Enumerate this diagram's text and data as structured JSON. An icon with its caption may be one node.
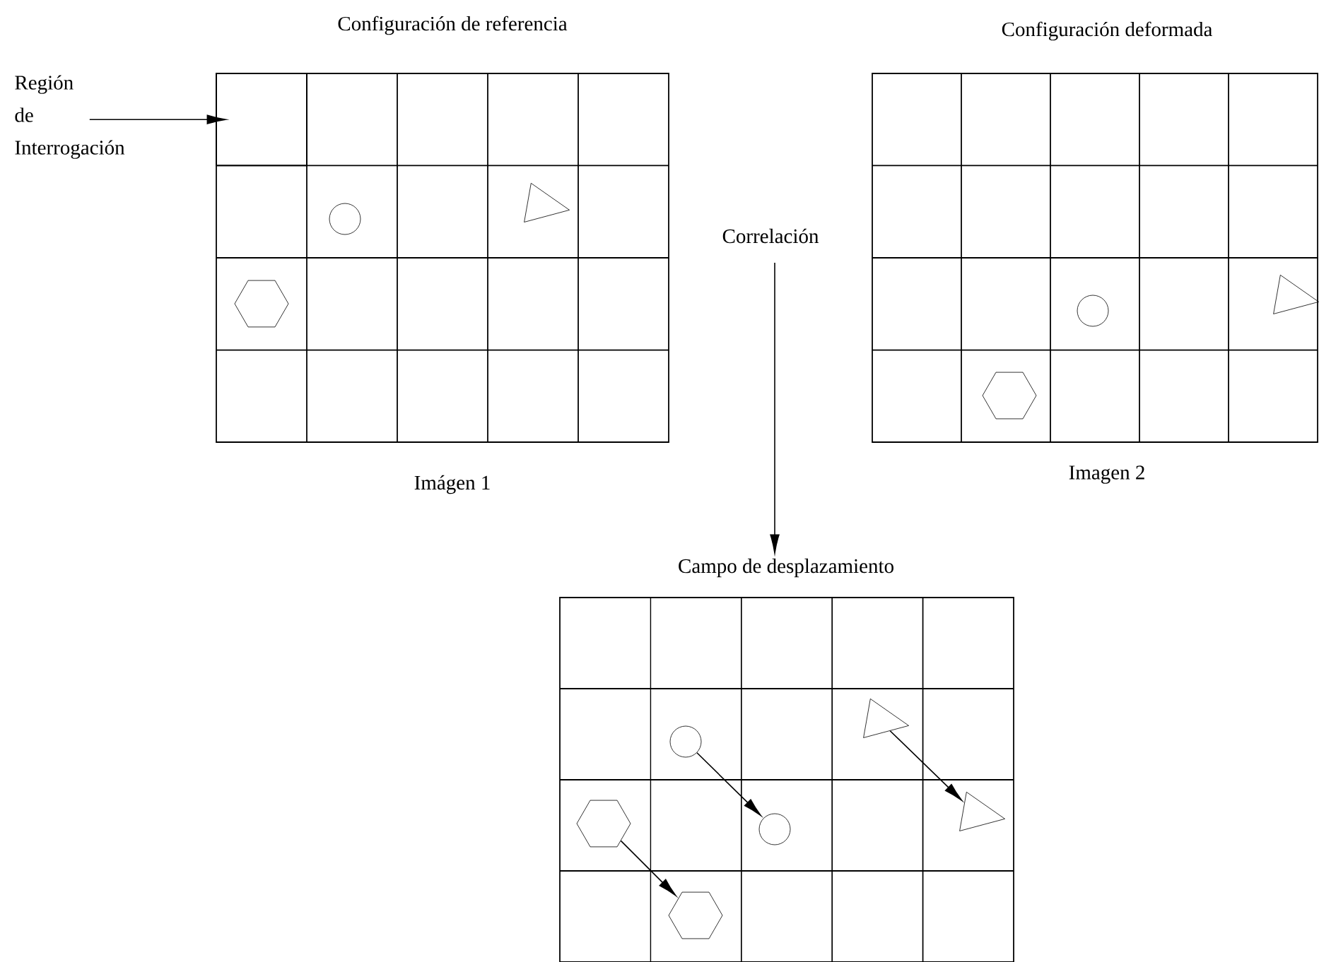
{
  "diagram": {
    "nodes": [
      {
        "text": [
          "Configuración de referencia"
        ],
        "beside": [
          "Imágen 1"
        ]
      },
      {
        "text": [
          "Región de Interrogación"
        ]
      },
      {
        "text": [],
        "shape": "box",
        "in": 0
      },
      {
        "text": [
          "Configuración deformada"
        ],
        "beside": [
          "Imagen 2"
        ]
      },
      {
        "text": [
          "Campo de desplazamiento"
        ]
      },
      {
        "text": [],
        "shape": "circle",
        "in": 4
      },
      {
        "text": [],
        "shape": "triangle",
        "in": 4
      },
      {
        "text": [],
        "shape": "hexagon",
        "in": 4
      },
      {
        "text": [],
        "shape": "circle",
        "in": 4
      },
      {
        "text": [],
        "shape": "triangle",
        "in": 4
      },
      {
        "text": [],
        "shape": "hexagon",
        "in": 4
      },
      {
        "text": [],
        "shape": "circle",
        "in": 0
      },
      {
        "text": [],
        "shape": "triangle",
        "in": 0
      },
      {
        "text": [],
        "shape": "hexagon",
        "in": 0
      },
      {
        "text": [],
        "shape": "circle",
        "in": 3
      },
      {
        "text": [],
        "shape": "triangle",
        "in": 3
      },
      {
        "text": [],
        "shape": "hexagon",
        "in": 3
      }
    ],
    "edges": [
      {
        "from": 1,
        "to": 2,
        "arrow": "to"
      },
      {
        "from": null,
        "to": 4,
        "arrow": "to",
        "label": "Correlación"
      },
      {
        "from": 5,
        "to": 8,
        "arrow": "to"
      },
      {
        "from": 6,
        "to": 9,
        "arrow": "to"
      },
      {
        "from": 7,
        "to": 10,
        "arrow": "to"
      }
    ]
  }
}
